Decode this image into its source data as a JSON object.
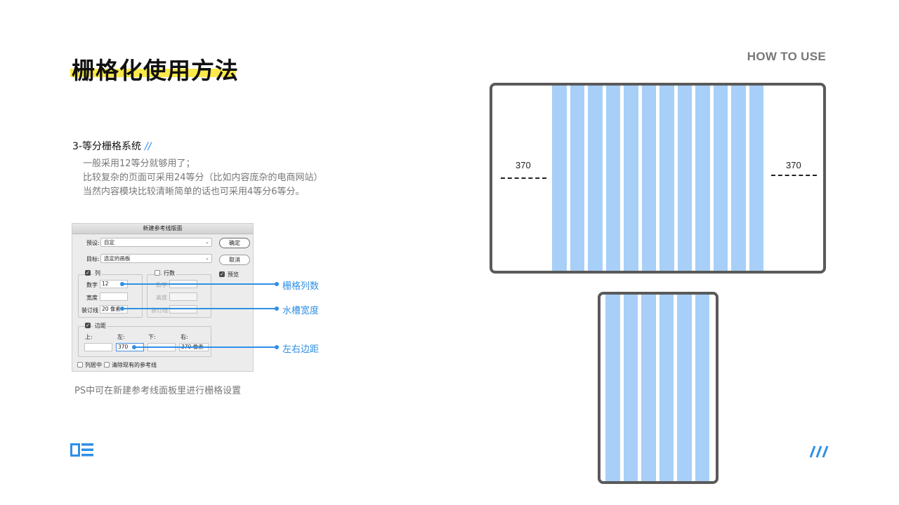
{
  "header": {
    "title": "栅格化使用方法",
    "tag": "HOW TO USE"
  },
  "section": {
    "title": "3-等分栅格系统",
    "marker": "//",
    "lines": [
      "一般采用12等分就够用了；",
      "比较复杂的页面可采用24等分（比如内容庞杂的电商网站）",
      "当然内容模块比较清晰简单的话也可采用4等分6等分。"
    ]
  },
  "dialog": {
    "title": "新建参考线版面",
    "preset_label": "预设:",
    "preset_value": "自定",
    "target_label": "目标:",
    "target_value": "选定的画板",
    "ok_label": "确定",
    "cancel_label": "取消",
    "preview_label": "预览",
    "columns_label": "列",
    "rows_label": "行数",
    "col_number_label": "数字",
    "col_number_value": "12",
    "col_width_label": "宽度",
    "col_gutter_label": "装订线",
    "col_gutter_value": "20 像素",
    "row_number_label": "数字",
    "row_height_label": "高度",
    "row_gutter_label": "装订线",
    "margin_label": "边距",
    "margin_top_label": "上:",
    "margin_left_label": "左:",
    "margin_bottom_label": "下:",
    "margin_right_label": "右:",
    "margin_left_value": "370",
    "margin_right_value": "370 像素",
    "center_cols_label": "列居中",
    "clear_guides_label": "清除现有的参考线"
  },
  "callouts": {
    "columns": "栅格列数",
    "gutter": "水槽宽度",
    "margins": "左右边距"
  },
  "caption": "PS中可在新建参考线面板里进行栅格设置",
  "desktop_frame": {
    "column_count": 12,
    "margin_left_label": "370",
    "margin_right_label": "370"
  },
  "mobile_frame": {
    "column_count": 6
  },
  "colors": {
    "accent": "#2f8fe6",
    "column_fill": "#a7cff8",
    "title_highlight": "#fbe84a",
    "frame_border": "#5a5a5a"
  },
  "icons": {
    "logo": "grid-layout-logo-icon",
    "decor": "triple-slash-icon"
  }
}
